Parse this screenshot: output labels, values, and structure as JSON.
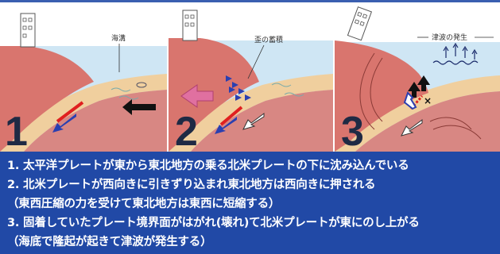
{
  "panels": [
    {
      "number": "1",
      "label": "海溝"
    },
    {
      "number": "2",
      "label": "歪の蓄積"
    },
    {
      "number": "3",
      "label": "津波の発生"
    }
  ],
  "captions": [
    "1. 太平洋プレートが東から東北地方の乗る北米プレートの下に沈み込んでいる",
    "2. 北米プレートが西向きに引きずり込まれ東北地方は西向きに押される",
    "（東西圧縮の力を受けて東北地方は東西に短縮する）",
    "3. 固着していたプレート境界面がはがれ(壊れ)て北米プレートが東にのし上がる",
    "（海底で隆起が起きて津波が発生する）"
  ],
  "colors": {
    "sky": "#ffffff",
    "sea": "#cfe6f4",
    "continental_plate": "#d9756e",
    "oceanic_plate": "#f0cf9e",
    "caption_bg": "#2149a6",
    "arrow_dark": "#111111",
    "arrow_blue": "#2a3fb0",
    "arrow_pink": "#e070a0",
    "fault_red": "#e02020"
  }
}
